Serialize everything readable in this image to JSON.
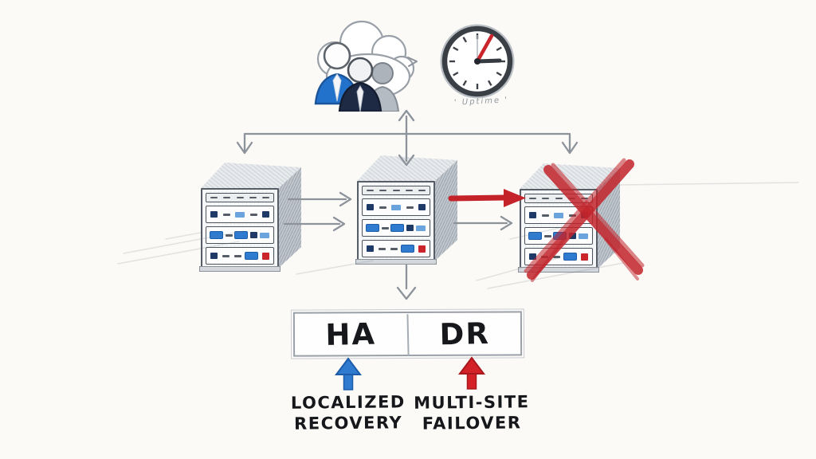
{
  "title": "HA vs DR hand-drawn server diagram",
  "scene": {
    "clock_caption": "' Uptime '"
  },
  "table": {
    "cells": [
      {
        "label": "HA"
      },
      {
        "label": "DR"
      }
    ]
  },
  "captions": {
    "ha": {
      "line1": "LOCALIZED",
      "line2": "RECOVERY"
    },
    "dr": {
      "line1": "MULTI-SITE",
      "line2": "FAILOVER"
    }
  },
  "icons": {
    "users_cloud_icon": "three people in front of a cloud",
    "clock_icon": "analog clock, red minute hand near 1 o'clock, dark hour hand at 3",
    "server_rack_icon": "3D sketched server rack with four units",
    "failed_x_icon": "large red scribbled X over right rack",
    "up_arrow_blue_icon": "solid blue up arrow",
    "up_arrow_red_icon": "solid red up arrow",
    "connector_arrow_icon": "gray sketched connector arrows"
  },
  "colors": {
    "background": "#fbfaf7",
    "sketch_gray": "#8d939b",
    "ink": "#17181b",
    "accent_blue": "#2e7bd0",
    "accent_red": "#c9252b",
    "person_blue": "#2272cc",
    "person_navy": "#1e2a44",
    "rack_side_gray": "#c0c6cd"
  },
  "racks": [
    {
      "name": "server-rack-left",
      "failed": false
    },
    {
      "name": "server-rack-center",
      "failed": false
    },
    {
      "name": "server-rack-failed",
      "failed": true
    }
  ],
  "rack_units": [
    [
      "dash",
      "dash",
      "dash",
      "dash",
      "dash"
    ],
    [
      "navy",
      "dash",
      "lightblue",
      "dash",
      "navy"
    ],
    [
      "blue",
      "dash",
      "blue",
      "navy",
      "lightblue"
    ],
    [
      "navy",
      "dash",
      "dash",
      "blue",
      "red"
    ]
  ]
}
